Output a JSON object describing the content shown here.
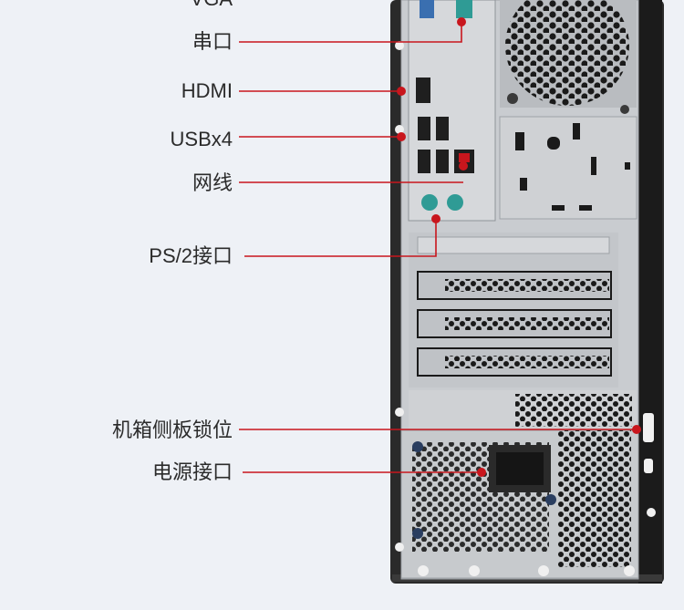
{
  "labels": {
    "vga": "VGA",
    "serial": "串口",
    "hdmi": "HDMI",
    "usb": "USBx4",
    "ethernet": "网线",
    "ps2": "PS/2接口",
    "lock": "机箱侧板锁位",
    "power": "电源接口"
  },
  "colors": {
    "leader": "#c8161d",
    "chassis": "#2a2a2a",
    "panel": "#c9ccd0",
    "background": "#eef1f6"
  }
}
